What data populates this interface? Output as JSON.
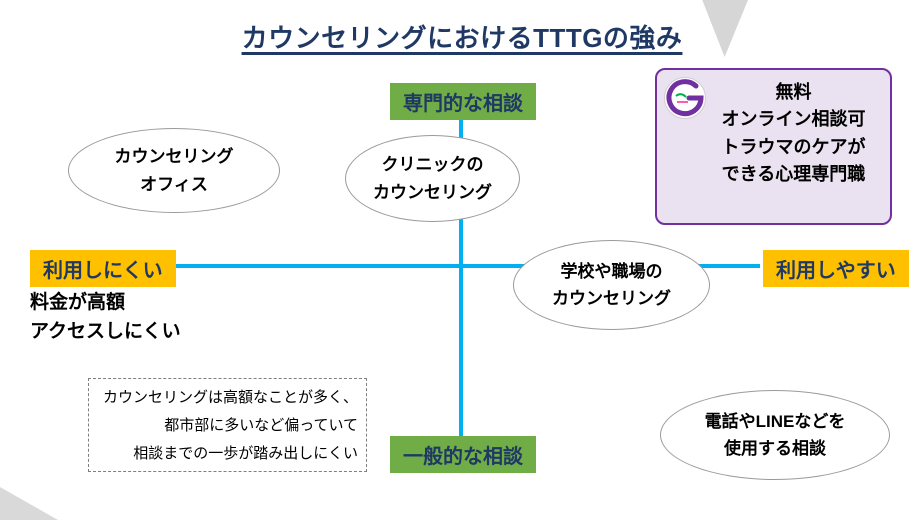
{
  "title": "カウンセリングにおけるTTTGの強み",
  "axis": {
    "top_label": "専門的な相談",
    "bottom_label": "一般的な相談",
    "left_label": "利用しにくい",
    "right_label": "利用しやすい"
  },
  "bubbles": [
    {
      "id": "counseling-office",
      "lines": [
        "カウンセリング",
        "オフィス"
      ]
    },
    {
      "id": "clinic-counseling",
      "lines": [
        "クリニックの",
        "カウンセリング"
      ]
    },
    {
      "id": "school-workplace-counseling",
      "lines": [
        "学校や職場の",
        "カウンセリング"
      ]
    },
    {
      "id": "phone-line-consultation",
      "lines": [
        "電話やLINEなどを",
        "使用する相談"
      ]
    }
  ],
  "tttg_box": {
    "logo": "tttg-g-logo",
    "lines": [
      "無料",
      "オンライン相談可",
      "トラウマのケアが",
      "できる心理専門職"
    ]
  },
  "left_note_lines": [
    "料金が高額",
    "アクセスしにくい"
  ],
  "dashed_note_lines": [
    "カウンセリングは高額なことが多く、",
    "都市部に多いなど偏っていて",
    "相談までの一歩が踏み出しにくい"
  ],
  "colors": {
    "title": "#1F3864",
    "axis_line": "#00B0F0",
    "green_badge": "#70AD47",
    "orange_badge": "#FFC000",
    "purple_border": "#7030A0",
    "purple_fill": "#EBE2F1"
  }
}
